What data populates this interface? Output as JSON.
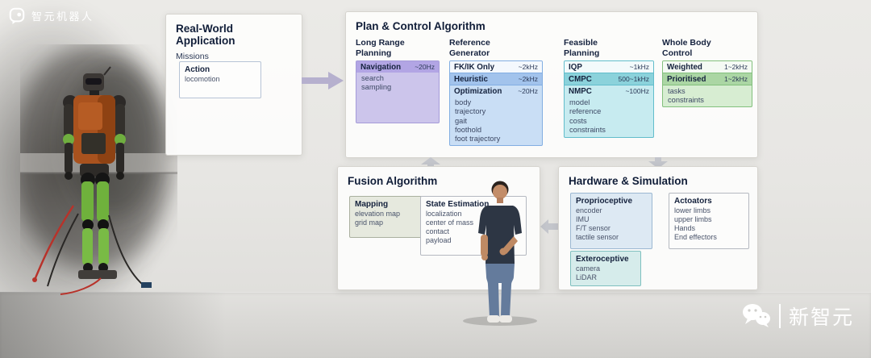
{
  "brand": {
    "name": "智元机器人"
  },
  "watermark": {
    "name": "新智元"
  },
  "real_world": {
    "title": "Real-World Application",
    "subtitle": "Missions",
    "action_title": "Action",
    "action_item": "locomotion"
  },
  "plan_control": {
    "title": "Plan & Control Algorithm",
    "long_range": {
      "header": "Long Range Planning",
      "nav_label": "Navigation",
      "nav_rate": "~20Hz",
      "items": [
        "search",
        "sampling"
      ]
    },
    "reference": {
      "header": "Reference Generator",
      "fkik_label": "FK/IK Only",
      "fkik_rate": "~2kHz",
      "heuristic_label": "Heuristic",
      "heuristic_rate": "~2kHz",
      "opt_label": "Optimization",
      "opt_rate": "~20Hz",
      "items": [
        "body",
        "trajectory",
        "gait",
        "foothold",
        "foot trajectory"
      ]
    },
    "feasible": {
      "header": "Feasible Planning",
      "iqp_label": "IQP",
      "iqp_rate": "~1kHz",
      "cmpc_label": "CMPC",
      "cmpc_rate": "500~1kHz",
      "nmpc_label": "NMPC",
      "nmpc_rate": "~100Hz",
      "items": [
        "model",
        "reference",
        "costs",
        "constraints"
      ]
    },
    "whole_body": {
      "header": "Whole Body Control",
      "weighted_label": "Weighted",
      "weighted_rate": "1~2kHz",
      "prioritised_label": "Prioritised",
      "prioritised_rate": "1~2kHz",
      "items": [
        "tasks",
        "constraints"
      ]
    }
  },
  "fusion": {
    "title": "Fusion Algorithm",
    "mapping_title": "Mapping",
    "mapping_items": [
      "elevation map",
      "grid map"
    ],
    "state_title": "State Estimation",
    "state_items": [
      "localization",
      "center of mass",
      "contact",
      "payload"
    ]
  },
  "hardware": {
    "title": "Hardware & Simulation",
    "proprioceptive_title": "Proprioceptive",
    "proprioceptive_items": [
      "encoder",
      "IMU",
      "F/T sensor",
      "tactile sensor"
    ],
    "actuators_title": "Actoators",
    "actuators_items": [
      "lower limbs",
      "upper limbs",
      "Hands",
      "End effectors"
    ],
    "exteroceptive_title": "Exteroceptive",
    "exteroceptive_items": [
      "camera",
      "LiDAR"
    ]
  },
  "colors": {
    "accent_purple": "#b2a5e4",
    "accent_blue": "#a2c3ec",
    "accent_cyan": "#8bd2db",
    "accent_green": "#abd6a4"
  }
}
